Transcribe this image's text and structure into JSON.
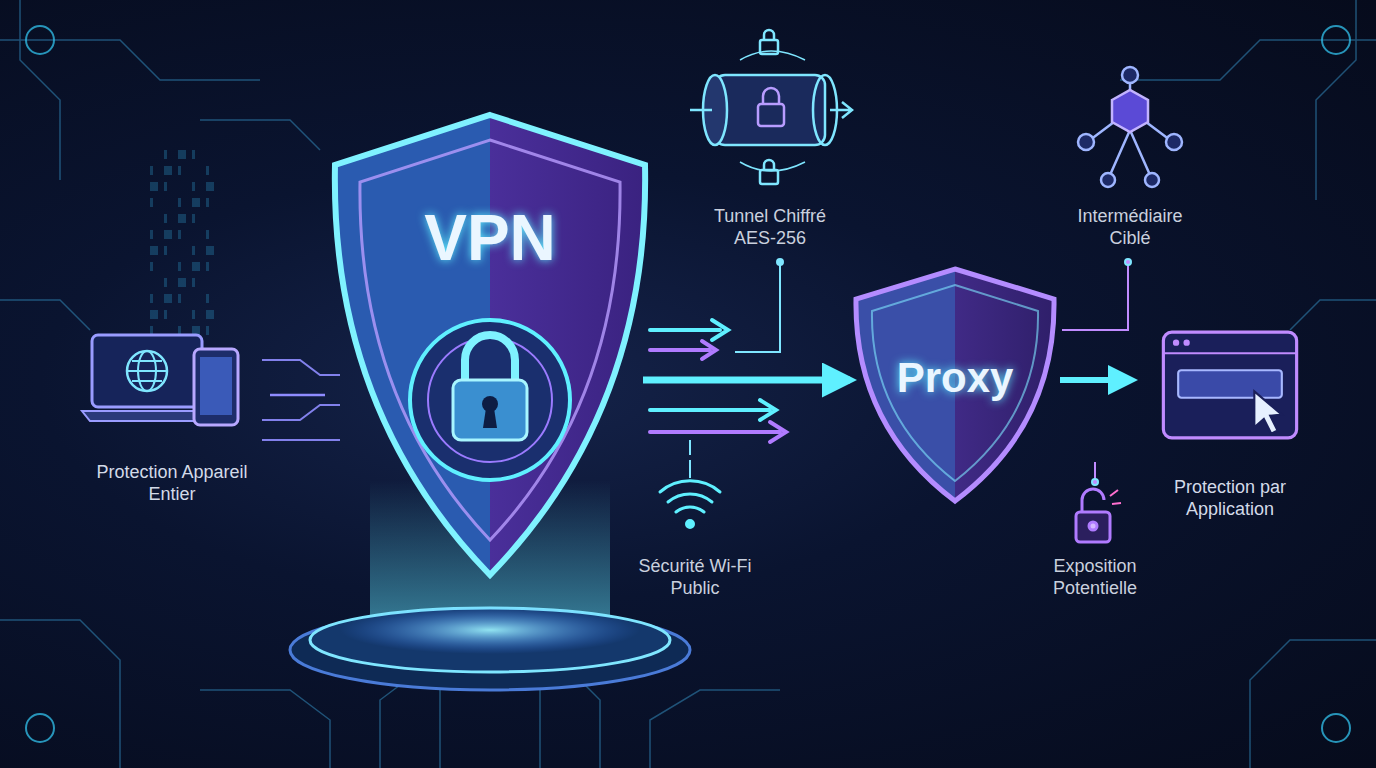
{
  "diagram": {
    "nodes": [
      {
        "text": [
          "Protection Appareil Entier"
        ]
      },
      {
        "text": [
          "VPN"
        ]
      },
      {
        "text": [
          "Proxy"
        ]
      },
      {
        "text": [
          "Protection par Application"
        ]
      }
    ],
    "edges": [
      {
        "from": 0,
        "to": 1,
        "arrow": "none"
      },
      {
        "from": 1,
        "to": 2,
        "arrow": "to"
      },
      {
        "from": 2,
        "to": 3,
        "arrow": "to"
      }
    ],
    "labels": [
      "Tunnel Chiffré AES-256",
      "Sécurité Wi-Fi Public",
      "Intermédiaire Ciblé",
      "Exposition Potentielle"
    ]
  }
}
